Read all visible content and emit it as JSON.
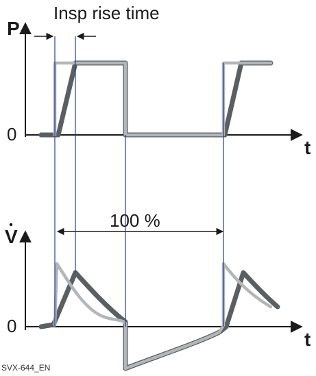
{
  "labels": {
    "rise_time": "Insp rise time",
    "percent": "100 %",
    "pressure_axis": "P",
    "flow_axis": "V",
    "time_axis_top": "t",
    "time_axis_bottom": "t",
    "zero_top": "0",
    "zero_bottom": "0",
    "figure_id": "SVX-644_EN"
  },
  "colors": {
    "axis": "#1a1a1a",
    "dark_trace": "#5a5f63",
    "light_trace": "#b3b6b8",
    "guide_line": "#1f3f99"
  }
}
